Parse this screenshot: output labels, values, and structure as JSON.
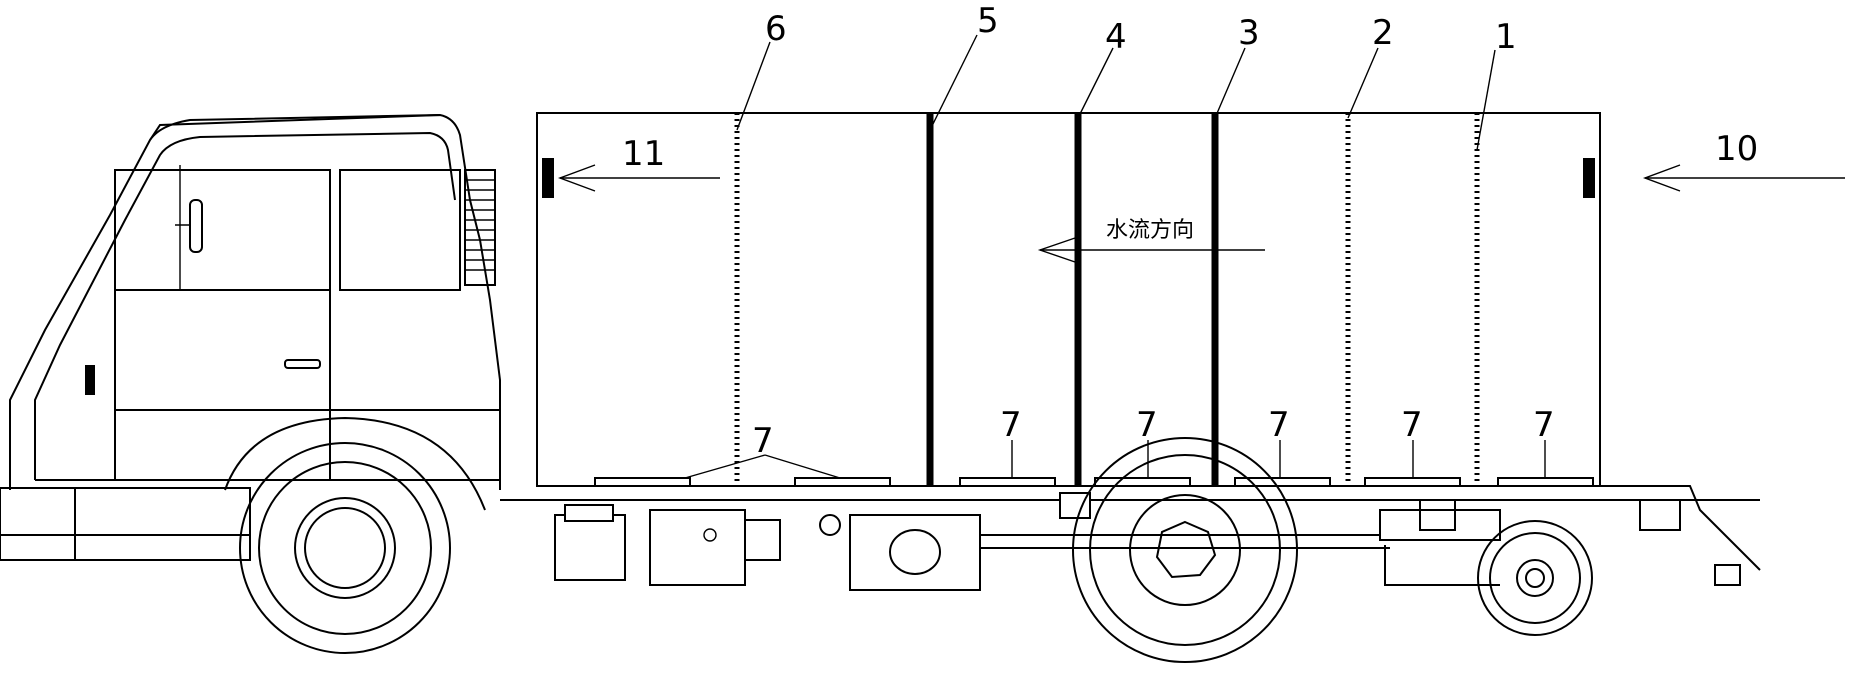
{
  "labels": {
    "n1": "1",
    "n2": "2",
    "n3": "3",
    "n4": "4",
    "n5": "5",
    "n6": "6",
    "n7": "7",
    "n10": "10",
    "n11": "11",
    "flow_direction": "水流方向"
  }
}
